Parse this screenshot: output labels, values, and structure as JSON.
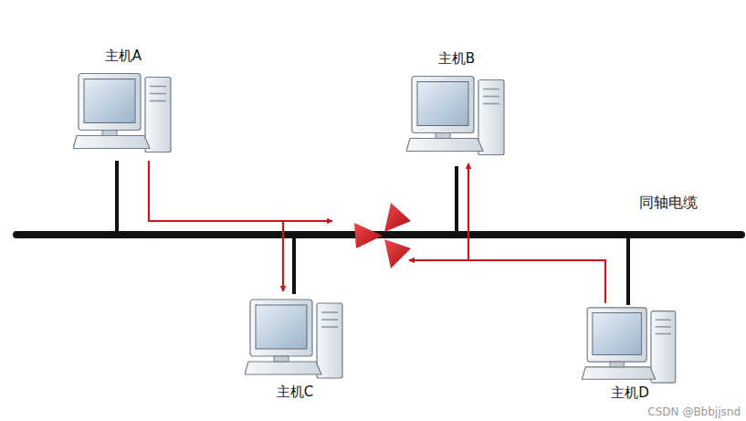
{
  "diagram": {
    "nodes": [
      {
        "text": [
          "主机A"
        ]
      },
      {
        "text": [
          "主机B"
        ]
      },
      {
        "text": [
          "主机C"
        ]
      },
      {
        "text": [
          "主机D"
        ]
      }
    ],
    "edges": [
      {
        "from": 0,
        "to": 2,
        "arrow": "to"
      },
      {
        "from": 3,
        "to": 1,
        "arrow": "to"
      }
    ],
    "labels": [
      "同轴电缆",
      "CSDN @Bbbjjsnd"
    ]
  }
}
